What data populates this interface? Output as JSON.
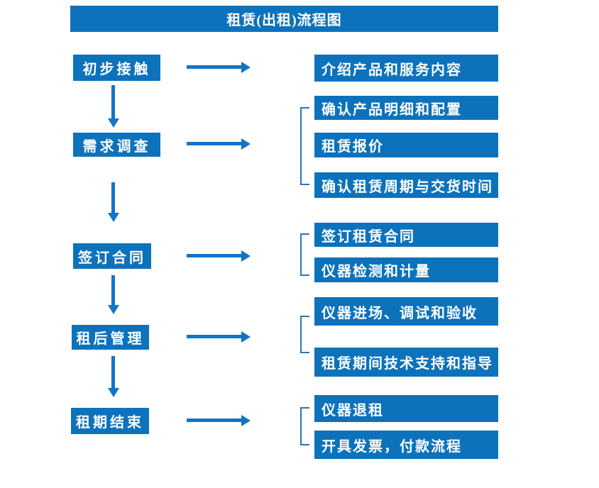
{
  "title": "租赁(出租)流程图",
  "colors": {
    "box_blue": "#0C72BC",
    "arrow_blue": "#1274C8",
    "bracket_blue": "#2E74B5",
    "text": "#FFFFFF",
    "background": "#FFFFFF"
  },
  "flow": {
    "steps": [
      {
        "label": "初步接触",
        "outputs": [
          "介绍产品和服务内容"
        ]
      },
      {
        "label": "需求调查",
        "outputs": [
          "确认产品明细和配置",
          "租赁报价",
          "确认租赁周期与交货时间"
        ]
      },
      {
        "label": "签订合同",
        "outputs": [
          "签订租赁合同",
          "仪器检测和计量"
        ]
      },
      {
        "label": "租后管理",
        "outputs": [
          "仪器进场、调试和验收",
          "租赁期间技术支持和指导"
        ]
      },
      {
        "label": "租期结束",
        "outputs": [
          "仪器退租",
          "开具发票，付款流程"
        ]
      }
    ]
  }
}
